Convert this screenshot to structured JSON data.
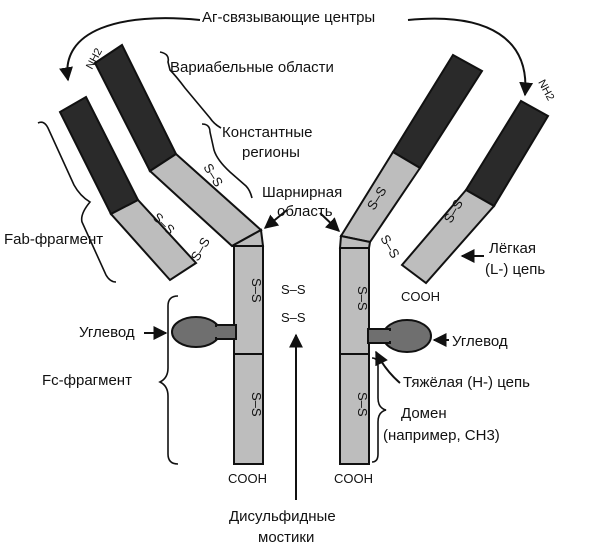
{
  "labels": {
    "antigen_binding_sites": "Аг-связывающие центры",
    "variable_regions": "Вариабельные области",
    "constant_regions_line1": "Константные",
    "constant_regions_line2": "регионы",
    "hinge_line1": "Шарнирная",
    "hinge_line2": "область",
    "fab_fragment": "Fab-фрагмент",
    "carbohydrate_left": "Углевод",
    "carbohydrate_right": "Углевод",
    "fc_fragment": "Fc-фрагмент",
    "light_chain_line1": "Лёгкая",
    "light_chain_line2": "(L-) цепь",
    "heavy_chain": "Тяжёлая (H-) цепь",
    "domain_line1": "Домен",
    "domain_line2": "(например, CH3)",
    "disulfide_line1": "Дисульфидные",
    "disulfide_line2": "мостики"
  },
  "terminals": {
    "nh2": "NH2",
    "cooh": "COOH"
  },
  "bonds": {
    "ss": "S–S"
  }
}
